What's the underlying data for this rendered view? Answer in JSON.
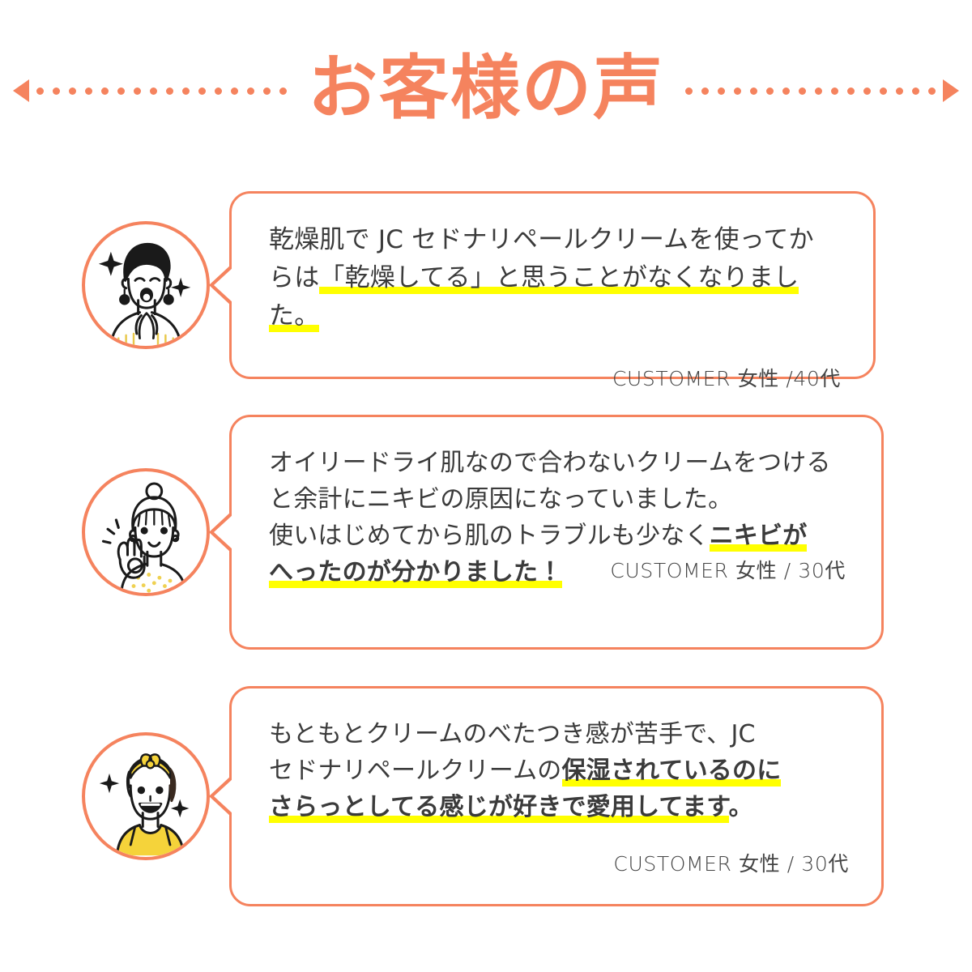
{
  "header": {
    "title": "お客様の声",
    "accent_color": "#F5835E",
    "left_decoration": "dotted-arrow-left",
    "right_decoration": "dotted-arrow-right",
    "dot_count": 16
  },
  "colors": {
    "accent": "#F5835E",
    "highlight": "#FFFF00",
    "text": "#3B3B3B",
    "attribution_text": "#444444",
    "background": "#FFFFFF",
    "avatar_hair_dark": "#1A1A1A",
    "avatar_yellow": "#F5D33A"
  },
  "testimonials": [
    {
      "avatar": "woman-short-dark-hair-sparkles-avatar",
      "lines": [
        {
          "segments": [
            {
              "text": "乾燥肌で JC セドナリペールクリームを使ってか",
              "highlight": false,
              "bold": false
            }
          ]
        },
        {
          "segments": [
            {
              "text": "らは",
              "highlight": false,
              "bold": false
            },
            {
              "text": "「乾燥してる」と思うことがなくなりました。",
              "highlight": true,
              "bold": false
            }
          ]
        }
      ],
      "attribution": "CUSTOMER 女性 /40代"
    },
    {
      "avatar": "woman-top-bun-ok-gesture-avatar",
      "lines": [
        {
          "segments": [
            {
              "text": "オイリードライ肌なので合わないクリームをつける",
              "highlight": false,
              "bold": false
            }
          ]
        },
        {
          "segments": [
            {
              "text": "と余計にニキビの原因になっていました。",
              "highlight": false,
              "bold": false
            }
          ]
        },
        {
          "segments": [
            {
              "text": "使いはじめてから肌のトラブルも少なく",
              "highlight": false,
              "bold": false
            },
            {
              "text": "ニキビが",
              "highlight": true,
              "bold": true
            }
          ]
        },
        {
          "segments": [
            {
              "text": "へったのが分かりました！",
              "highlight": true,
              "bold": true
            }
          ]
        }
      ],
      "attribution": "CUSTOMER 女性 / 30代"
    },
    {
      "avatar": "woman-yellow-headband-tanktop-avatar",
      "lines": [
        {
          "segments": [
            {
              "text": "もともとクリームのべたつき感が苦手で、JC",
              "highlight": false,
              "bold": false
            }
          ]
        },
        {
          "segments": [
            {
              "text": "セドナリペールクリームの",
              "highlight": false,
              "bold": false
            },
            {
              "text": "保湿されているのに",
              "highlight": true,
              "bold": true
            }
          ]
        },
        {
          "segments": [
            {
              "text": "さらっとしてる感じが好きで愛用してます",
              "highlight": true,
              "bold": true
            },
            {
              "text": "。",
              "highlight": false,
              "bold": true
            }
          ]
        }
      ],
      "attribution": "CUSTOMER 女性 / 30代"
    }
  ]
}
